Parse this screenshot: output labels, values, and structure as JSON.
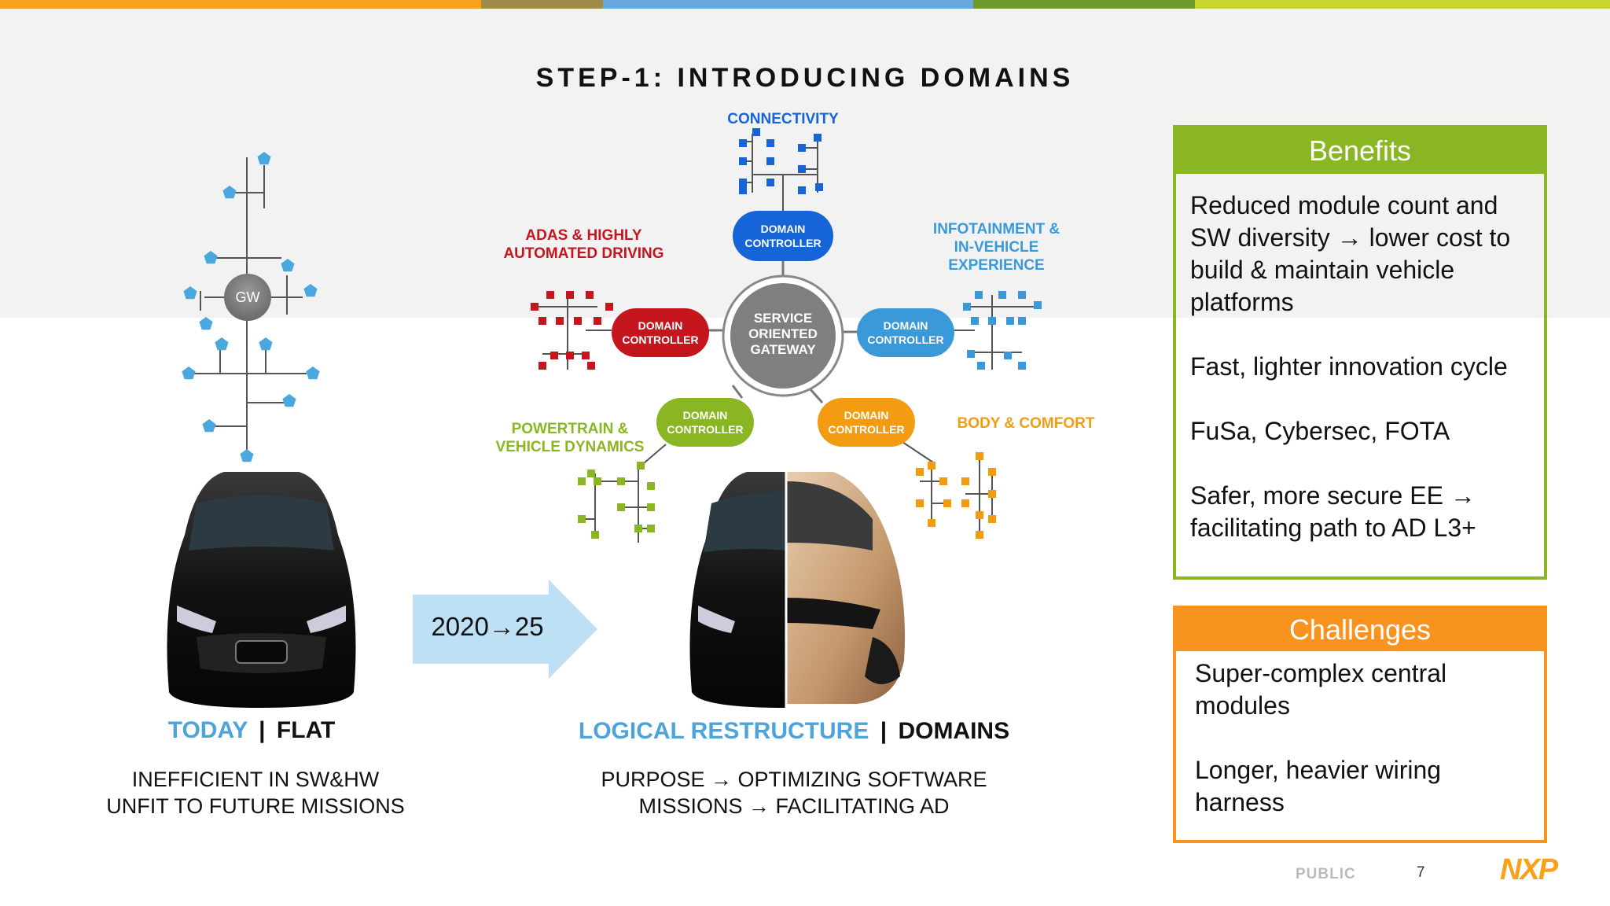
{
  "slide": {
    "title": "STEP-1: INTRODUCING DOMAINS",
    "stripe_colors": [
      "#f7a21a",
      "#a08c4a",
      "#69a8de",
      "#6d9a2c",
      "#c9d42c"
    ]
  },
  "left": {
    "gateway_label": "GW",
    "heading_accent": "TODAY",
    "heading_sep": "|",
    "heading_main": "FLAT",
    "desc_line1": "INEFFICIENT IN SW&HW",
    "desc_line2": "UNFIT TO FUTURE MISSIONS"
  },
  "arrow": {
    "label": "2020→25"
  },
  "diagram": {
    "center": {
      "line1": "SERVICE",
      "line2": "ORIENTED",
      "line3": "GATEWAY"
    },
    "controller_line1": "DOMAIN",
    "controller_line2": "CONTROLLER",
    "domains": {
      "connectivity": "CONNECTIVITY",
      "adas_line1": "ADAS & HIGHLY",
      "adas_line2": "AUTOMATED DRIVING",
      "infotainment_line1": "INFOTAINMENT &",
      "infotainment_line2": "IN-VEHICLE",
      "infotainment_line3": "EXPERIENCE",
      "powertrain_line1": "POWERTRAIN &",
      "powertrain_line2": "VEHICLE DYNAMICS",
      "body": "BODY & COMFORT"
    },
    "colors": {
      "connectivity": "#1565d8",
      "adas": "#c4161c",
      "infotainment": "#3a9ad9",
      "powertrain": "#8ab623",
      "body": "#f39c12",
      "gateway": "#7f7f7f"
    }
  },
  "middle": {
    "heading_accent": "LOGICAL RESTRUCTURE",
    "heading_sep": "|",
    "heading_main": "DOMAINS",
    "desc_line1": "PURPOSE → OPTIMIZING SOFTWARE",
    "desc_line2": "MISSIONS → FACILITATING AD"
  },
  "benefits": {
    "title": "Benefits",
    "color": "#8ab623",
    "items": [
      "Reduced module count and SW diversity → lower cost to build & maintain vehicle platforms",
      "Fast, lighter innovation cycle",
      "FuSa, Cybersec, FOTA",
      "Safer, more secure EE → facilitating path to AD L3+"
    ]
  },
  "challenges": {
    "title": "Challenges",
    "color": "#f7931e",
    "items": [
      "Super-complex central modules",
      "Longer, heavier wiring harness"
    ]
  },
  "footer": {
    "classification": "PUBLIC",
    "page": "7",
    "logo_text": "NXP"
  }
}
